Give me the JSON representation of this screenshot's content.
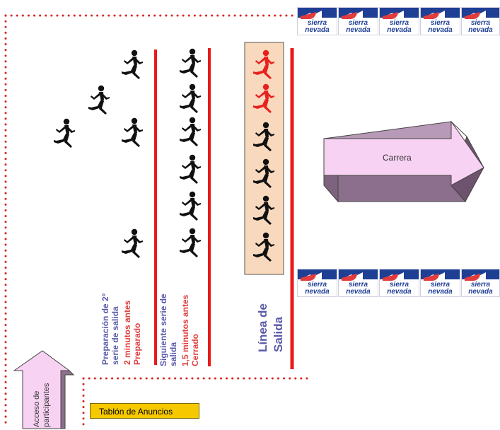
{
  "banner": {
    "line1": "sierra",
    "line2": "nevada"
  },
  "labels": {
    "prep_line1": "Preparación de 2º",
    "prep_line2": "serie de salida",
    "prep_line3": "2 minutos antes",
    "prep_line4": "Preparado",
    "next_line1": "Siguiente serie de",
    "next_line2": "salida",
    "next_line3": "1,5 minutos antes",
    "next_line4": "Cerrado",
    "start_line1": "Línea de",
    "start_line2": "Salida",
    "access_line1": "Acceso de",
    "access_line2": "participantes",
    "race_arrow": "Carrera",
    "notice_board": "Tablón de Anuncios"
  },
  "colors": {
    "runner_black": "#111111",
    "runner_red": "#e8201e",
    "line_red": "#e81a1a",
    "fence_red": "#d62828",
    "start_box": "#f9d9bd",
    "arrow_pink": "#f7d2f2",
    "arrow_shade": "#8c6f8c",
    "board_yellow": "#f5c800",
    "text_blue": "#5a5aa8",
    "text_red": "#e04040"
  },
  "icons": [
    "runner-icon",
    "sierra-nevada-logo"
  ]
}
